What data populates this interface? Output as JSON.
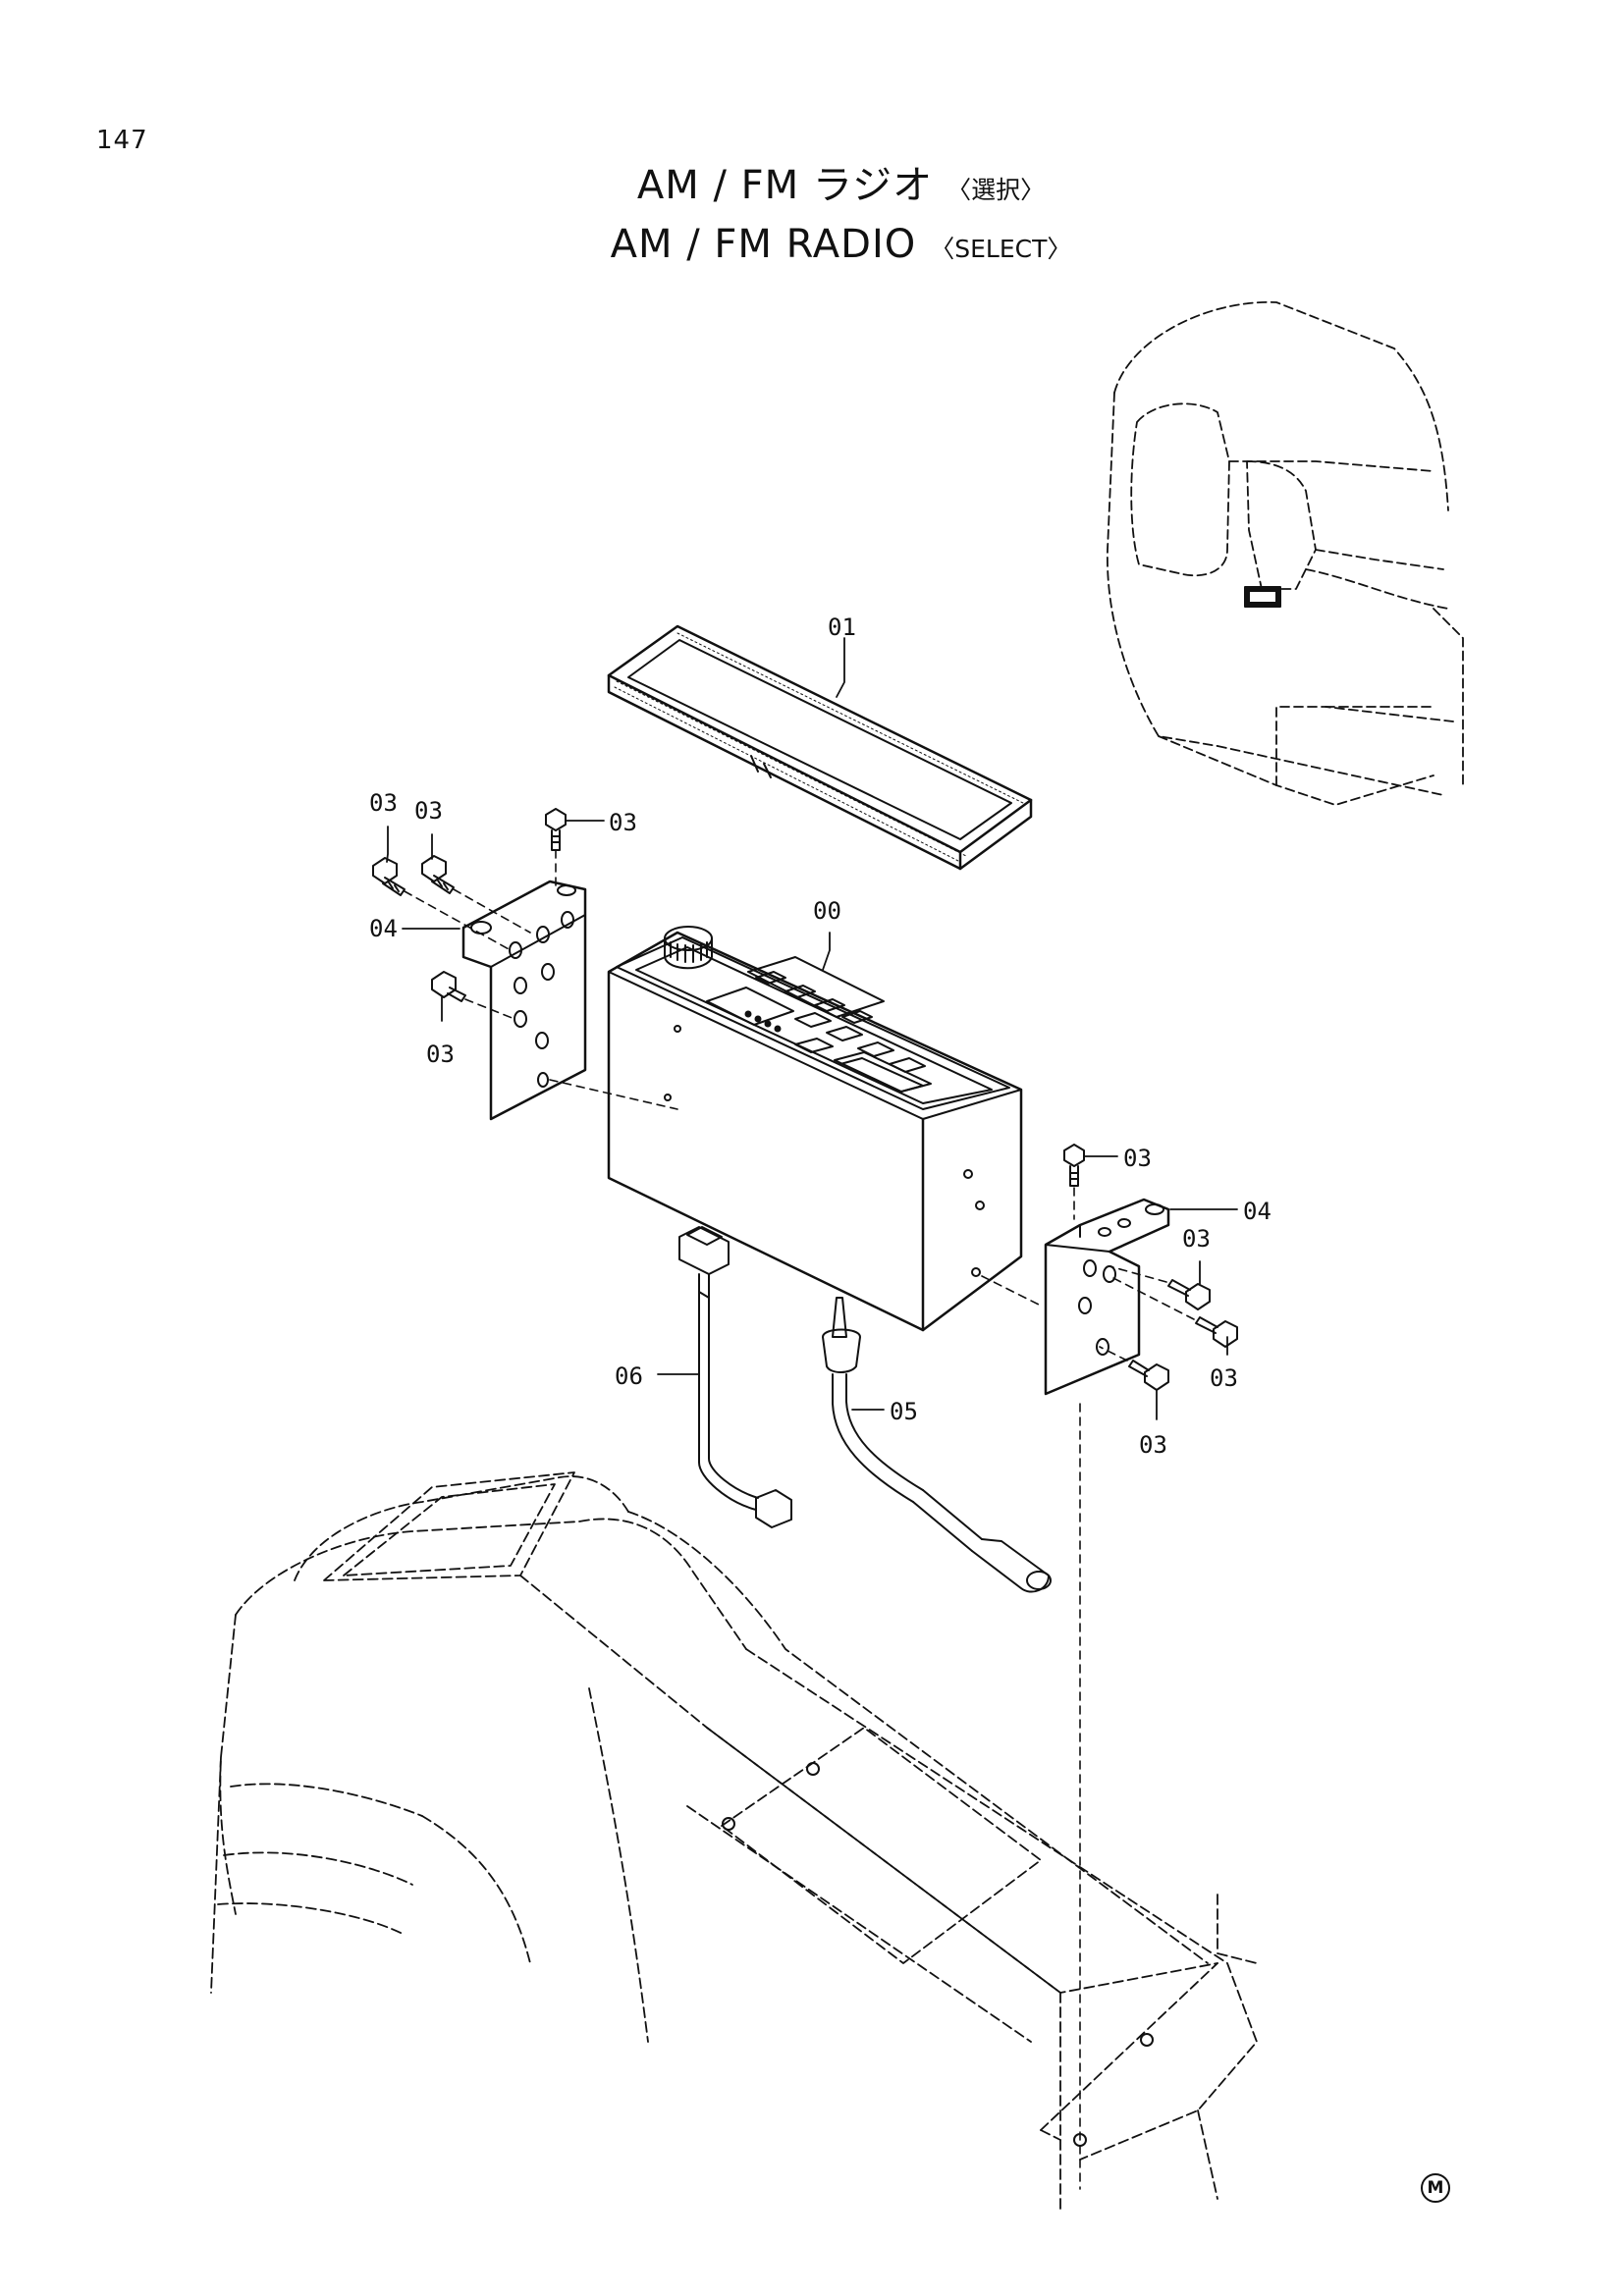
{
  "page": {
    "number": "147"
  },
  "title": {
    "ja_main": "AM / FM ラジオ",
    "ja_note": "〈選択〉",
    "en_main": "AM / FM  RADIO",
    "en_note": "〈SELECT〉"
  },
  "callouts": {
    "c00": "00",
    "c01": "01",
    "c03_a": "03",
    "c03_b": "03",
    "c03_c": "03",
    "c03_d": "03",
    "c03_e": "03",
    "c03_f": "03",
    "c03_g": "03",
    "c03_h": "03",
    "c04_left": "04",
    "c04_right": "04",
    "c05": "05",
    "c06": "06"
  },
  "badge": {
    "mark": "M"
  },
  "colors": {
    "ink": "#111111",
    "paper": "#ffffff"
  }
}
